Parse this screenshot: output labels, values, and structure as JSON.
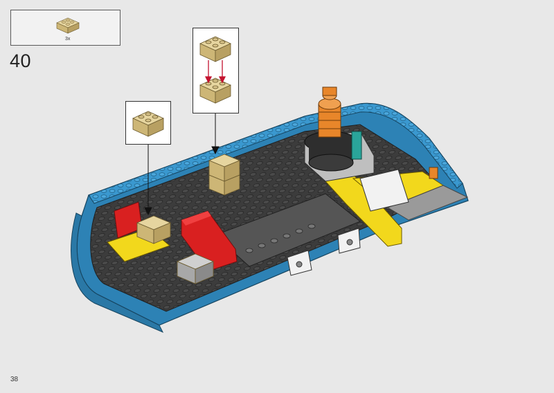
{
  "parts_list": {
    "quantity": "3x",
    "part_icon": "tan-2x2-brick-icon"
  },
  "step": {
    "number": "40"
  },
  "callouts": [
    {
      "part_icon": "tan-2x2-brick-icon"
    },
    {
      "part_icon": "tan-2x2-brick-stack-icon"
    }
  ],
  "page": {
    "number": "38"
  },
  "colors": {
    "background": "#e8e8e8",
    "tan": "#d9c48a",
    "blue": "#3a98cf",
    "dark_gray": "#3c3c3c",
    "red": "#d92020",
    "yellow": "#f2d81c",
    "orange": "#e8862a",
    "arrow": "#c4122f"
  }
}
